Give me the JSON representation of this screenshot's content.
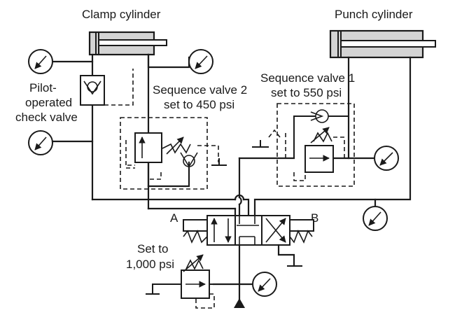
{
  "labels": {
    "clamp_cylinder": "Clamp cylinder",
    "punch_cylinder": "Punch cylinder",
    "pilot_check_line1": "Pilot-",
    "pilot_check_line2": "operated",
    "pilot_check_line3": "check valve",
    "seq2_line1": "Sequence valve 2",
    "seq2_line2": "set to 450 psi",
    "seq1_line1": "Sequence valve 1",
    "seq1_line2": "set to 550 psi",
    "port_a": "A",
    "port_b": "B",
    "relief_line1": "Set to",
    "relief_line2": "1,000 psi"
  },
  "colors": {
    "background": "#ffffff",
    "line": "#1a1a1a",
    "cylinder_fill": "#d4d4d4"
  },
  "icons": {
    "gauge": "pressure-gauge-icon",
    "check": "check-valve-icon",
    "pump": "pump-triangle-icon",
    "tank": "tank-return-icon"
  }
}
